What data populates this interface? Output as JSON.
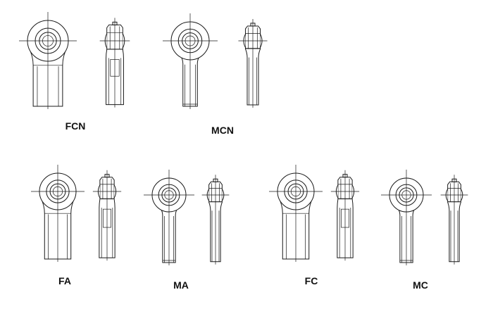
{
  "parts": [
    {
      "id": "fcn",
      "label": "FCN"
    },
    {
      "id": "mcn",
      "label": "MCN"
    },
    {
      "id": "fa",
      "label": "FA"
    },
    {
      "id": "ma",
      "label": "MA"
    },
    {
      "id": "fc",
      "label": "FC"
    },
    {
      "id": "mc",
      "label": "MC"
    }
  ]
}
